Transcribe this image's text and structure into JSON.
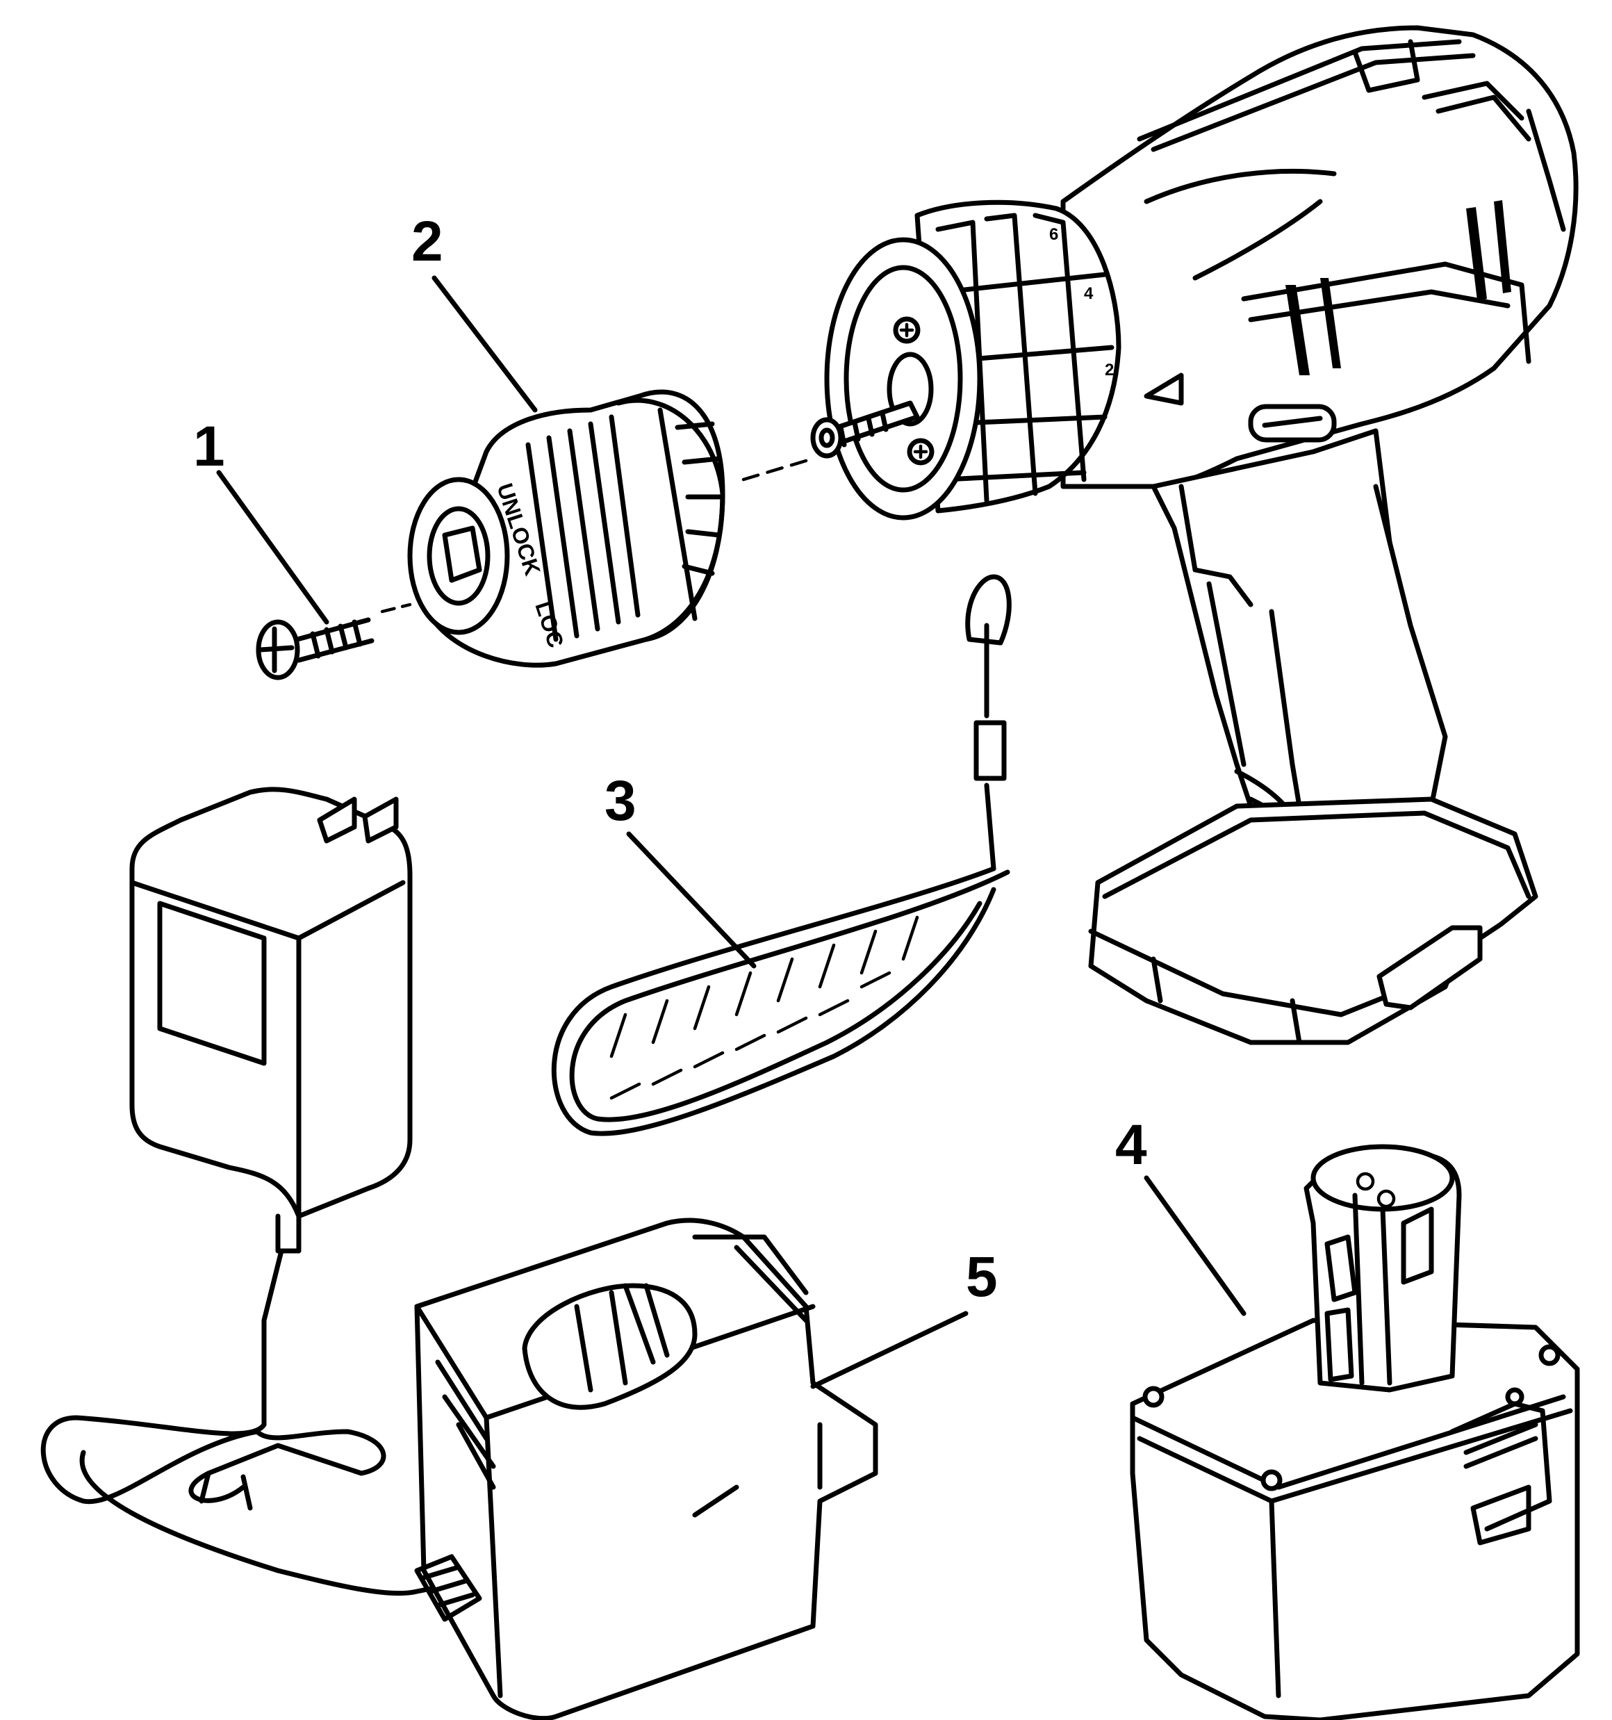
{
  "callouts": [
    {
      "id": "screw",
      "number": "1"
    },
    {
      "id": "chuck",
      "number": "2"
    },
    {
      "id": "wrist-strap",
      "number": "3"
    },
    {
      "id": "battery-pack",
      "number": "4"
    },
    {
      "id": "charger",
      "number": "5"
    }
  ],
  "chuck_text": {
    "unlock": "UNLOCK",
    "lock": "LOC"
  },
  "clutch_scale": {
    "mark_6": "6",
    "mark_4": "4",
    "mark_2": "2"
  }
}
